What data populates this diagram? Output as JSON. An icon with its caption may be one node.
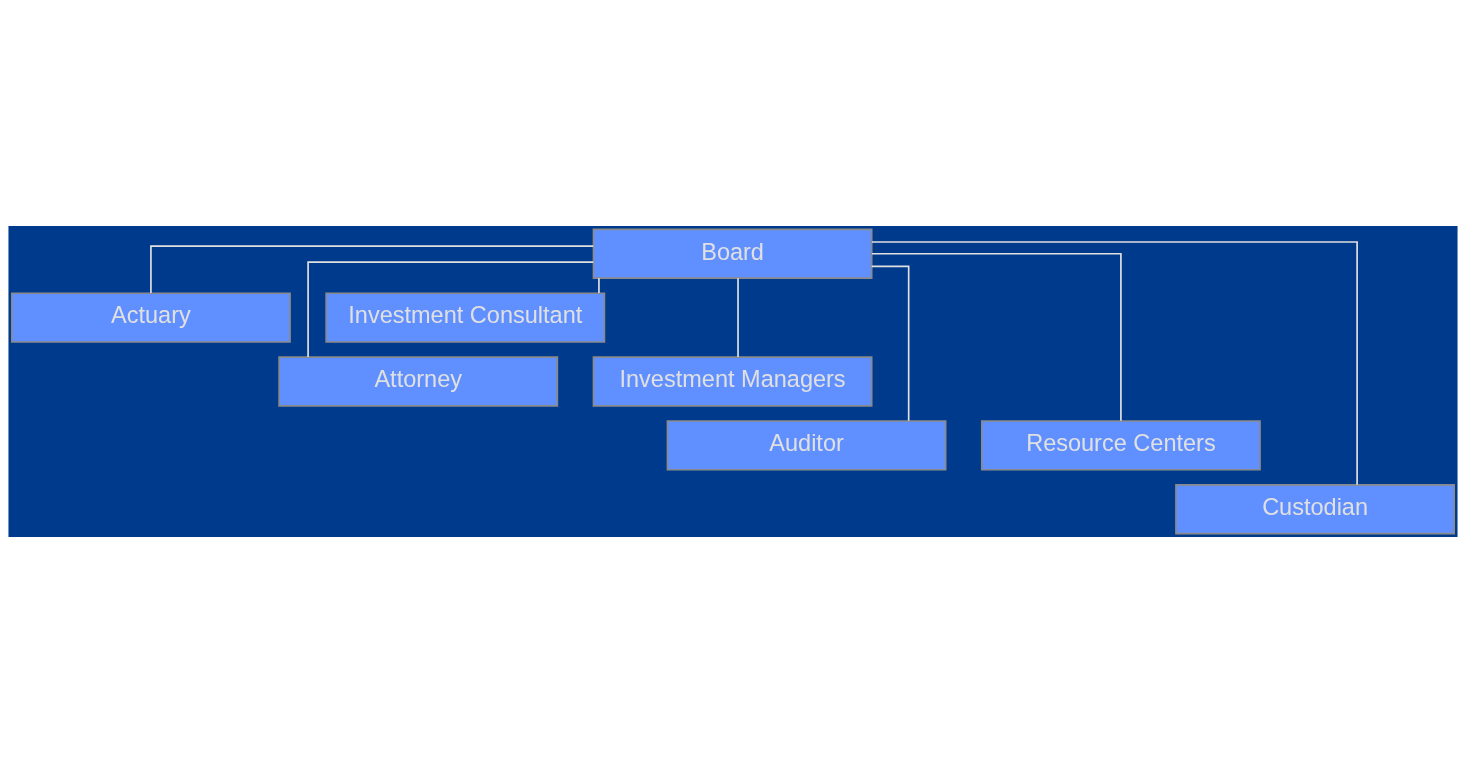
{
  "diagram": {
    "nodes": [
      {
        "text": [
          "Board"
        ]
      },
      {
        "text": [
          "Actuary"
        ]
      },
      {
        "text": [
          "Investment Consultant"
        ]
      },
      {
        "text": [
          "Attorney"
        ]
      },
      {
        "text": [
          "Investment Managers"
        ]
      },
      {
        "text": [
          "Auditor"
        ]
      },
      {
        "text": [
          "Resource Centers"
        ]
      },
      {
        "text": [
          "Custodian"
        ]
      }
    ],
    "edges": [
      {
        "from": 0,
        "to": 1,
        "arrow": "none"
      },
      {
        "from": 0,
        "to": 2,
        "arrow": "none"
      },
      {
        "from": 0,
        "to": 3,
        "arrow": "none"
      },
      {
        "from": 0,
        "to": 4,
        "arrow": "none"
      },
      {
        "from": 0,
        "to": 5,
        "arrow": "none"
      },
      {
        "from": 0,
        "to": 6,
        "arrow": "none"
      },
      {
        "from": 0,
        "to": 7,
        "arrow": "none"
      }
    ]
  }
}
